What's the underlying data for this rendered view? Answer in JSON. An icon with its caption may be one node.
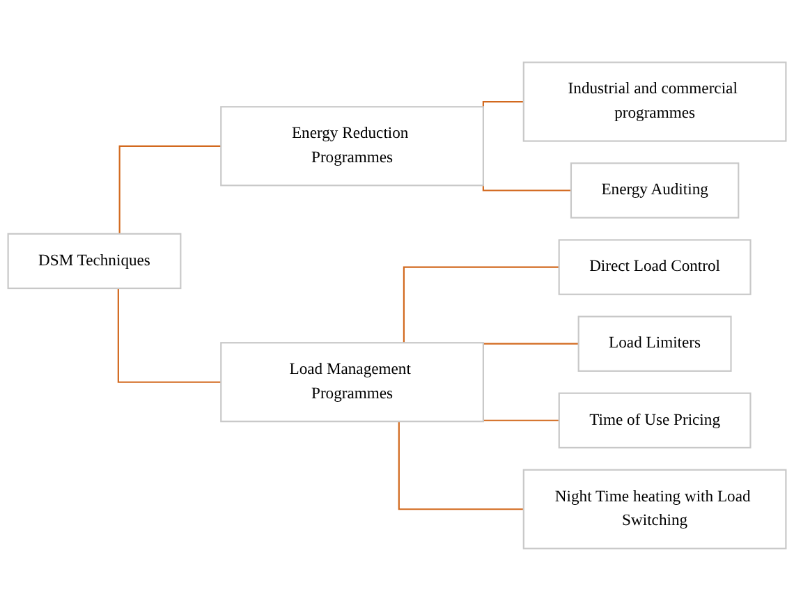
{
  "diagram": {
    "nodes": [
      {
        "text": [
          "DSM Techniques"
        ]
      },
      {
        "text": [
          "Energy Reduction Programmes"
        ]
      },
      {
        "text": [
          "Load Management Programmes"
        ]
      },
      {
        "text": [
          "Industrial and commercial programmes"
        ]
      },
      {
        "text": [
          "Energy Auditing"
        ]
      },
      {
        "text": [
          "Direct Load Control"
        ]
      },
      {
        "text": [
          "Load Limiters"
        ]
      },
      {
        "text": [
          "Time of Use Pricing"
        ]
      },
      {
        "text": [
          "Night Time heating with Load Switching"
        ]
      }
    ],
    "edges": [
      {
        "from": 0,
        "to": 1,
        "arrow": "none"
      },
      {
        "from": 0,
        "to": 2,
        "arrow": "none"
      },
      {
        "from": 1,
        "to": 3,
        "arrow": "none"
      },
      {
        "from": 1,
        "to": 4,
        "arrow": "none"
      },
      {
        "from": 2,
        "to": 5,
        "arrow": "none"
      },
      {
        "from": 2,
        "to": 6,
        "arrow": "none"
      },
      {
        "from": 2,
        "to": 7,
        "arrow": "none"
      },
      {
        "from": 2,
        "to": 8,
        "arrow": "none"
      }
    ]
  }
}
